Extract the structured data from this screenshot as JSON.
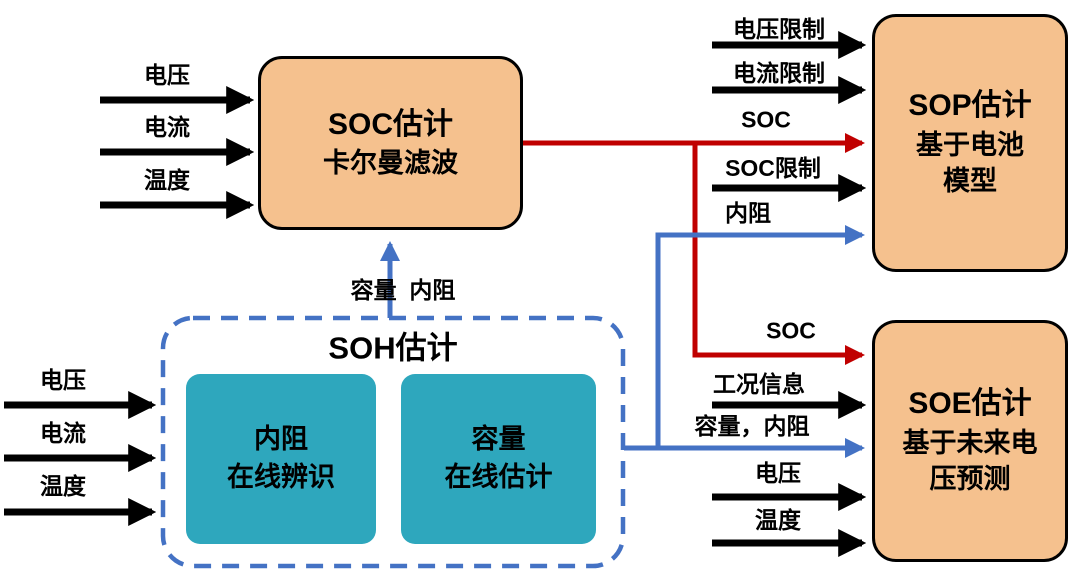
{
  "colors": {
    "box-fill": "#F5C18E",
    "teal-fill": "#2EA7BD",
    "line-red": "#C00000",
    "line-blue": "#4472C4"
  },
  "soc": {
    "title": "SOC估计",
    "subtitle": "卡尔曼滤波",
    "inputs": [
      "电压",
      "电流",
      "温度"
    ]
  },
  "soh": {
    "title": "SOH估计",
    "inputs": [
      "电压",
      "电流",
      "温度"
    ],
    "modules": [
      {
        "label": "内阻\n在线辨识"
      },
      {
        "label": "容量\n在线估计"
      }
    ],
    "output_to_soc": "容量  内阻"
  },
  "sop": {
    "title": "SOP估计",
    "subtitle": "基于电池\n模型",
    "inputs": [
      "电压限制",
      "电流限制",
      "SOC",
      "SOC限制",
      "内阻"
    ]
  },
  "soe": {
    "title": "SOE估计",
    "subtitle": "基于未来电\n压预测",
    "inputs": [
      "SOC",
      "工况信息",
      "容量，内阻",
      "电压",
      "温度"
    ]
  }
}
